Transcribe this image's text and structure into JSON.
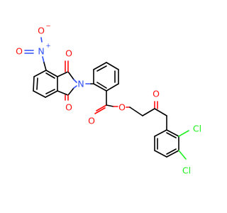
{
  "colors": {
    "carbon_bond": "#000000",
    "oxygen": "#ff0d0d",
    "nitrogen": "#3050f8",
    "chlorine": "#1ff01f",
    "background": "#ffffff"
  },
  "atoms": {
    "nitro_oxygen_top": "O",
    "nitro_oxygen_top_charge": "−",
    "nitro_nitrogen": "N",
    "nitro_nitrogen_charge": "+",
    "nitro_oxygen_left": "O",
    "imide_carbonyl_oxygen_top": "O",
    "imide_carbonyl_oxygen_bottom": "O",
    "imide_nitrogen": "N",
    "ester_carbonyl_oxygen": "O",
    "ester_oxygen": "O",
    "ketone_oxygen": "O",
    "chlorine_meta": "Cl",
    "chlorine_para": "Cl"
  }
}
